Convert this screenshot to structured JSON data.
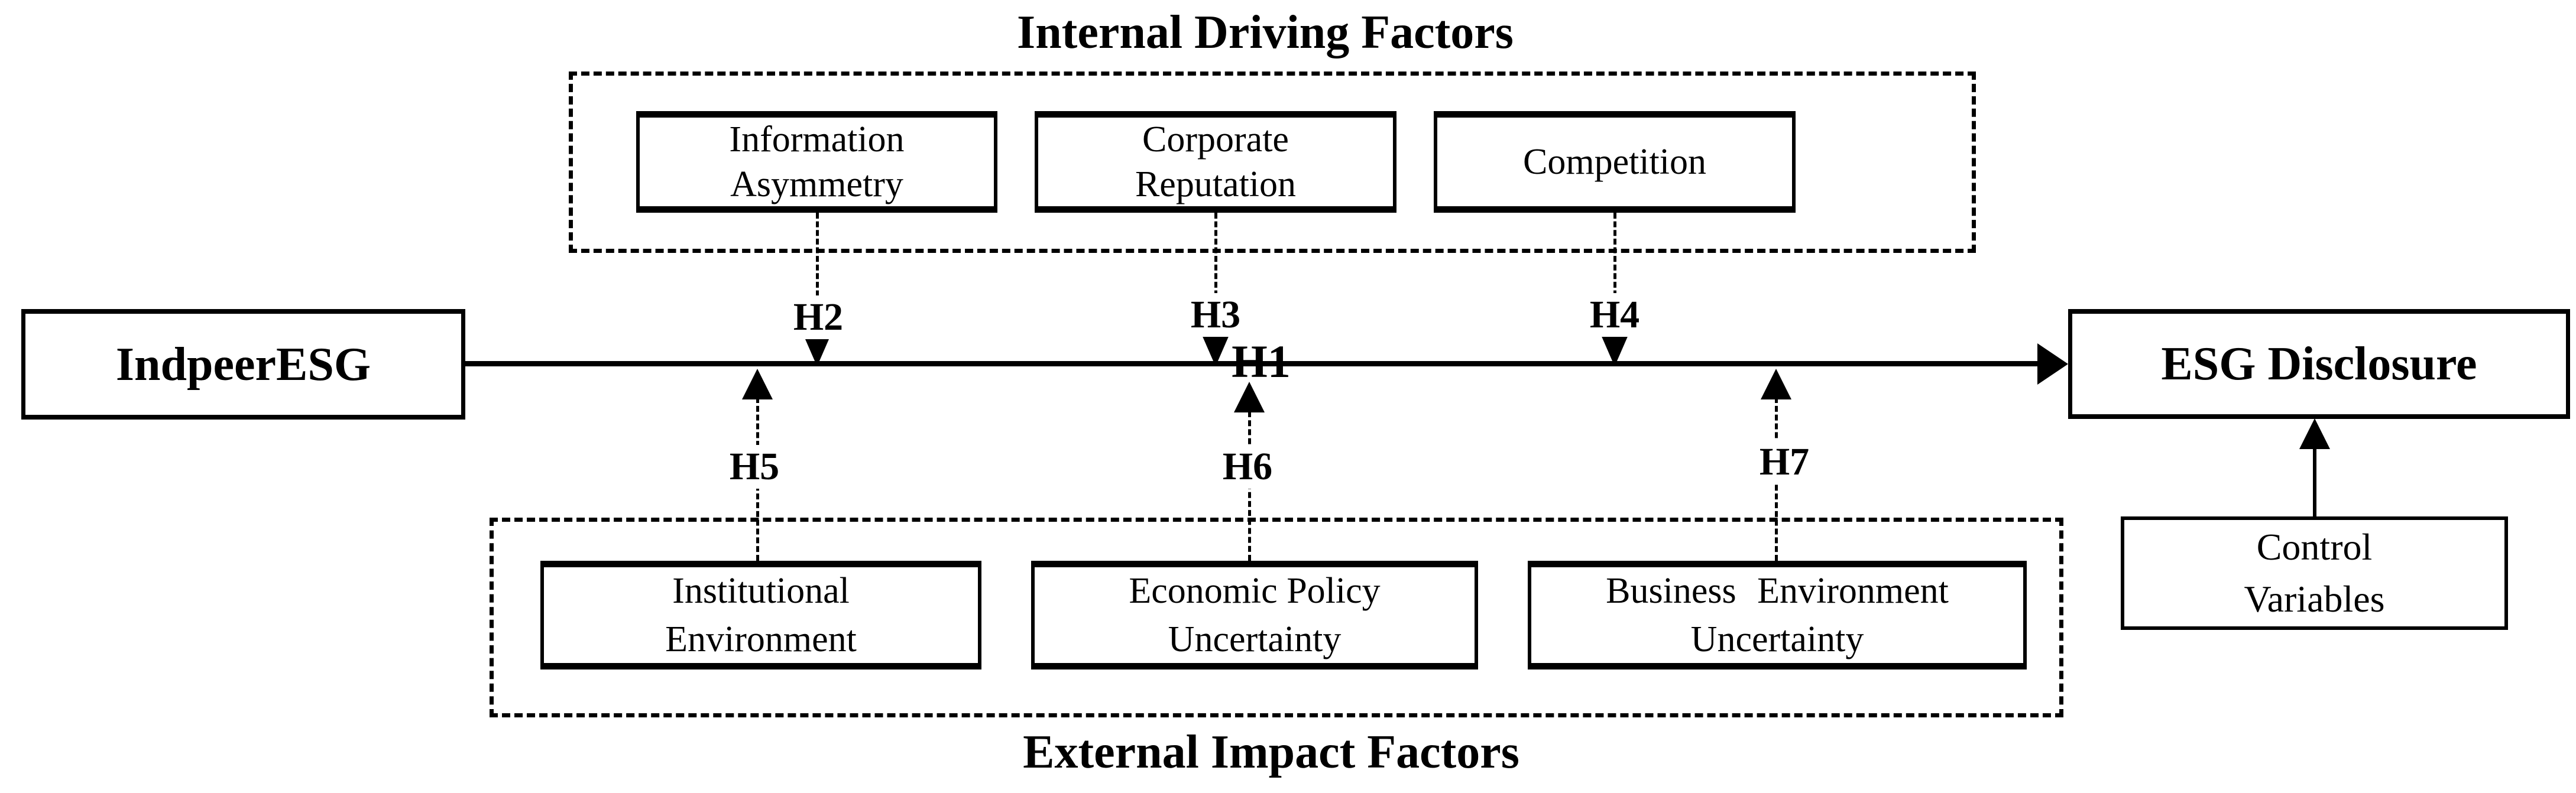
{
  "colors": {
    "ink": "#000000",
    "background": "#ffffff"
  },
  "predictor_box": {
    "label": "IndpeerESG"
  },
  "outcome_box": {
    "label": "ESG Disclosure"
  },
  "control_box": {
    "line1": "Control",
    "line2": "Variables"
  },
  "internal_group": {
    "title": "Internal Driving Factors",
    "boxes": [
      {
        "line1": "Information",
        "line2": "Asymmetry"
      },
      {
        "line1": "Corporate",
        "line2": "Reputation"
      },
      {
        "line1": "Competition"
      }
    ]
  },
  "external_group": {
    "title": "External Impact Factors",
    "boxes": [
      {
        "line1": "Institutional",
        "line2": "Environment"
      },
      {
        "line1": "Economic Policy",
        "line2": "Uncertainty"
      },
      {
        "line1": "Business Environment",
        "line2": "Uncertainty"
      }
    ]
  },
  "hypotheses": {
    "h1": "H1",
    "h2": "H2",
    "h3": "H3",
    "h4": "H4",
    "h5": "H5",
    "h6": "H6",
    "h7": "H7"
  }
}
